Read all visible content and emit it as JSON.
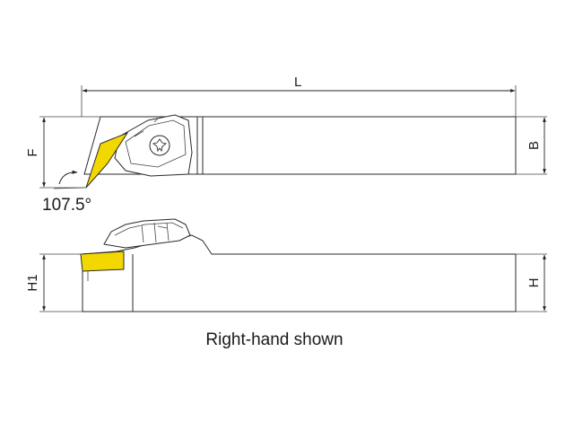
{
  "diagram": {
    "dimensions": {
      "L": "L",
      "F": "F",
      "B": "B",
      "H1": "H1",
      "H": "H"
    },
    "angle_label": "107.5°",
    "caption": "Right-hand shown"
  },
  "colors": {
    "insert": "#f2d800",
    "outline": "#2a2a2a",
    "holder_fill": "#ffffff",
    "background": "#ffffff"
  }
}
